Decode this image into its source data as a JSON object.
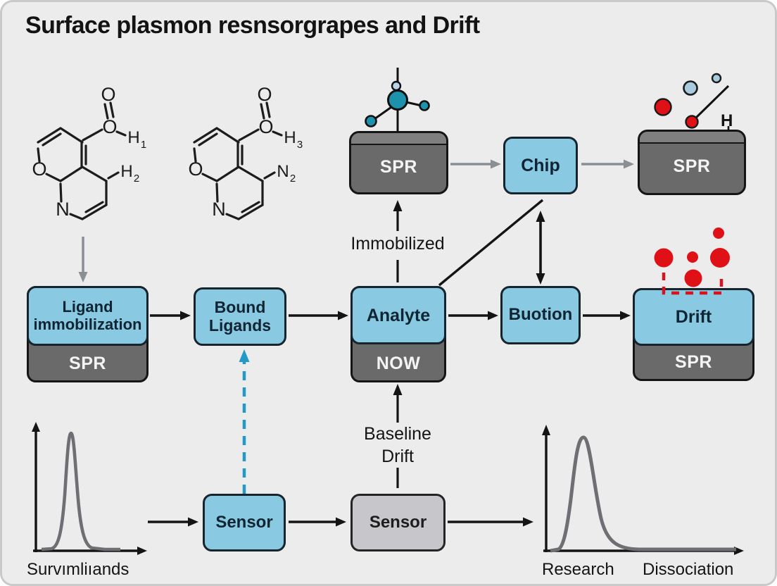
{
  "title": "Surface plasmon resnsorgrapes and Drift",
  "molecules": {
    "left": {
      "carbonyl_o": "O",
      "ester_o": "O",
      "acid_h": "H",
      "acid_h_sub": "1",
      "side": "H",
      "side_sub": "2",
      "ring_o": "O",
      "ring_n": "N"
    },
    "right": {
      "carbonyl_o": "O",
      "ester_o": "O",
      "acid_h": "H",
      "acid_h_sub": "3",
      "side": "N",
      "side_sub": "2",
      "ring_o": "O",
      "ring_n": "N"
    }
  },
  "boxes": {
    "spr_top": {
      "label": "SPR"
    },
    "chip": {
      "label": "Chip"
    },
    "spr_right": {
      "label": "SPR"
    },
    "ligand": {
      "line1": "Ligand",
      "line2": "immobilization",
      "sub": "SPR"
    },
    "bound": {
      "line1": "Bound",
      "line2": "Ligands"
    },
    "analyte": {
      "label": "Analyte",
      "sub": "NOW"
    },
    "buotion": {
      "label": "Buotion"
    },
    "drift": {
      "label": "Drift",
      "sub": "SPR"
    },
    "sensor_left": {
      "label": "Sensor"
    },
    "sensor_right": {
      "label": "Sensor"
    }
  },
  "annotations": {
    "immobilized": "Immobilized",
    "baseline_line1": "Baseline",
    "baseline_line2": "Drift",
    "h_marker": "H",
    "left_axis_label": "Survımliıands",
    "research": "Research",
    "dissociation": "Dissociation"
  },
  "colors": {
    "background": "#ececec",
    "box_blue": "#8ac9e2",
    "box_gray": "#6a6a6a",
    "sensor_gray": "#c6c6cb",
    "teal": "#1d92ad",
    "light_blue_circle": "#a9cbe0",
    "red": "#df1016",
    "dashed_blue_arrow": "#2499c6",
    "curve_gray": "#6e6e73"
  }
}
